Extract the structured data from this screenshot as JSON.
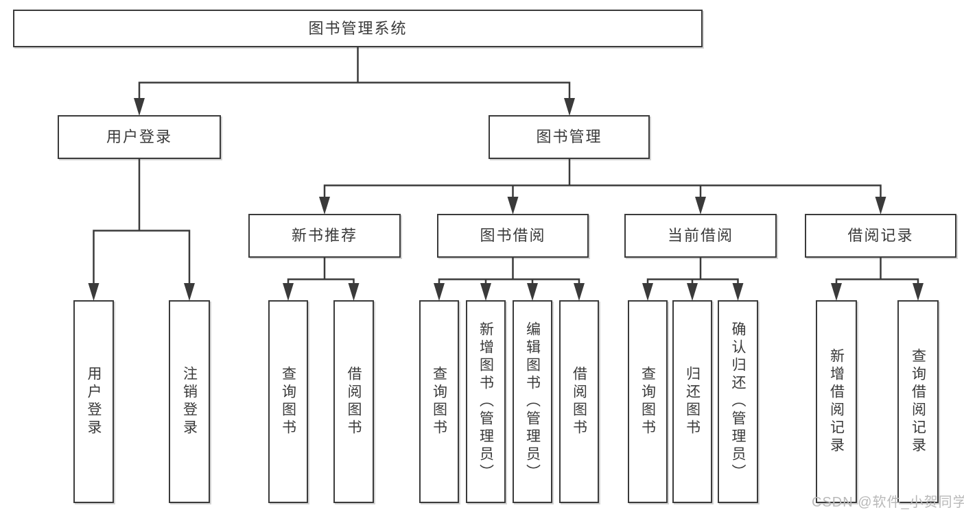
{
  "diagram": {
    "root": {
      "label": "图书管理系统",
      "children": [
        {
          "label": "用户登录",
          "children": [
            {
              "label": "用户登录"
            },
            {
              "label": "注销登录"
            }
          ]
        },
        {
          "label": "图书管理",
          "children": [
            {
              "label": "新书推荐",
              "children": [
                {
                  "label": "查询图书"
                },
                {
                  "label": "借阅图书"
                }
              ]
            },
            {
              "label": "图书借阅",
              "children": [
                {
                  "label": "查询图书"
                },
                {
                  "label": "新增图书（管理员）"
                },
                {
                  "label": "编辑图书（管理员）"
                },
                {
                  "label": "借阅图书"
                }
              ]
            },
            {
              "label": "当前借阅",
              "children": [
                {
                  "label": "查询图书"
                },
                {
                  "label": "归还图书"
                },
                {
                  "label": "确认归还（管理员）"
                }
              ]
            },
            {
              "label": "借阅记录",
              "children": [
                {
                  "label": "新增借阅记录"
                },
                {
                  "label": "查询借阅记录"
                }
              ]
            }
          ]
        }
      ]
    }
  },
  "watermark": {
    "text": "CSDN @软件_小贺同学"
  },
  "colors": {
    "line": "#3a3a3a",
    "text": "#3a3a3a",
    "background": "#ffffff",
    "watermark": "#b9b9b9"
  }
}
